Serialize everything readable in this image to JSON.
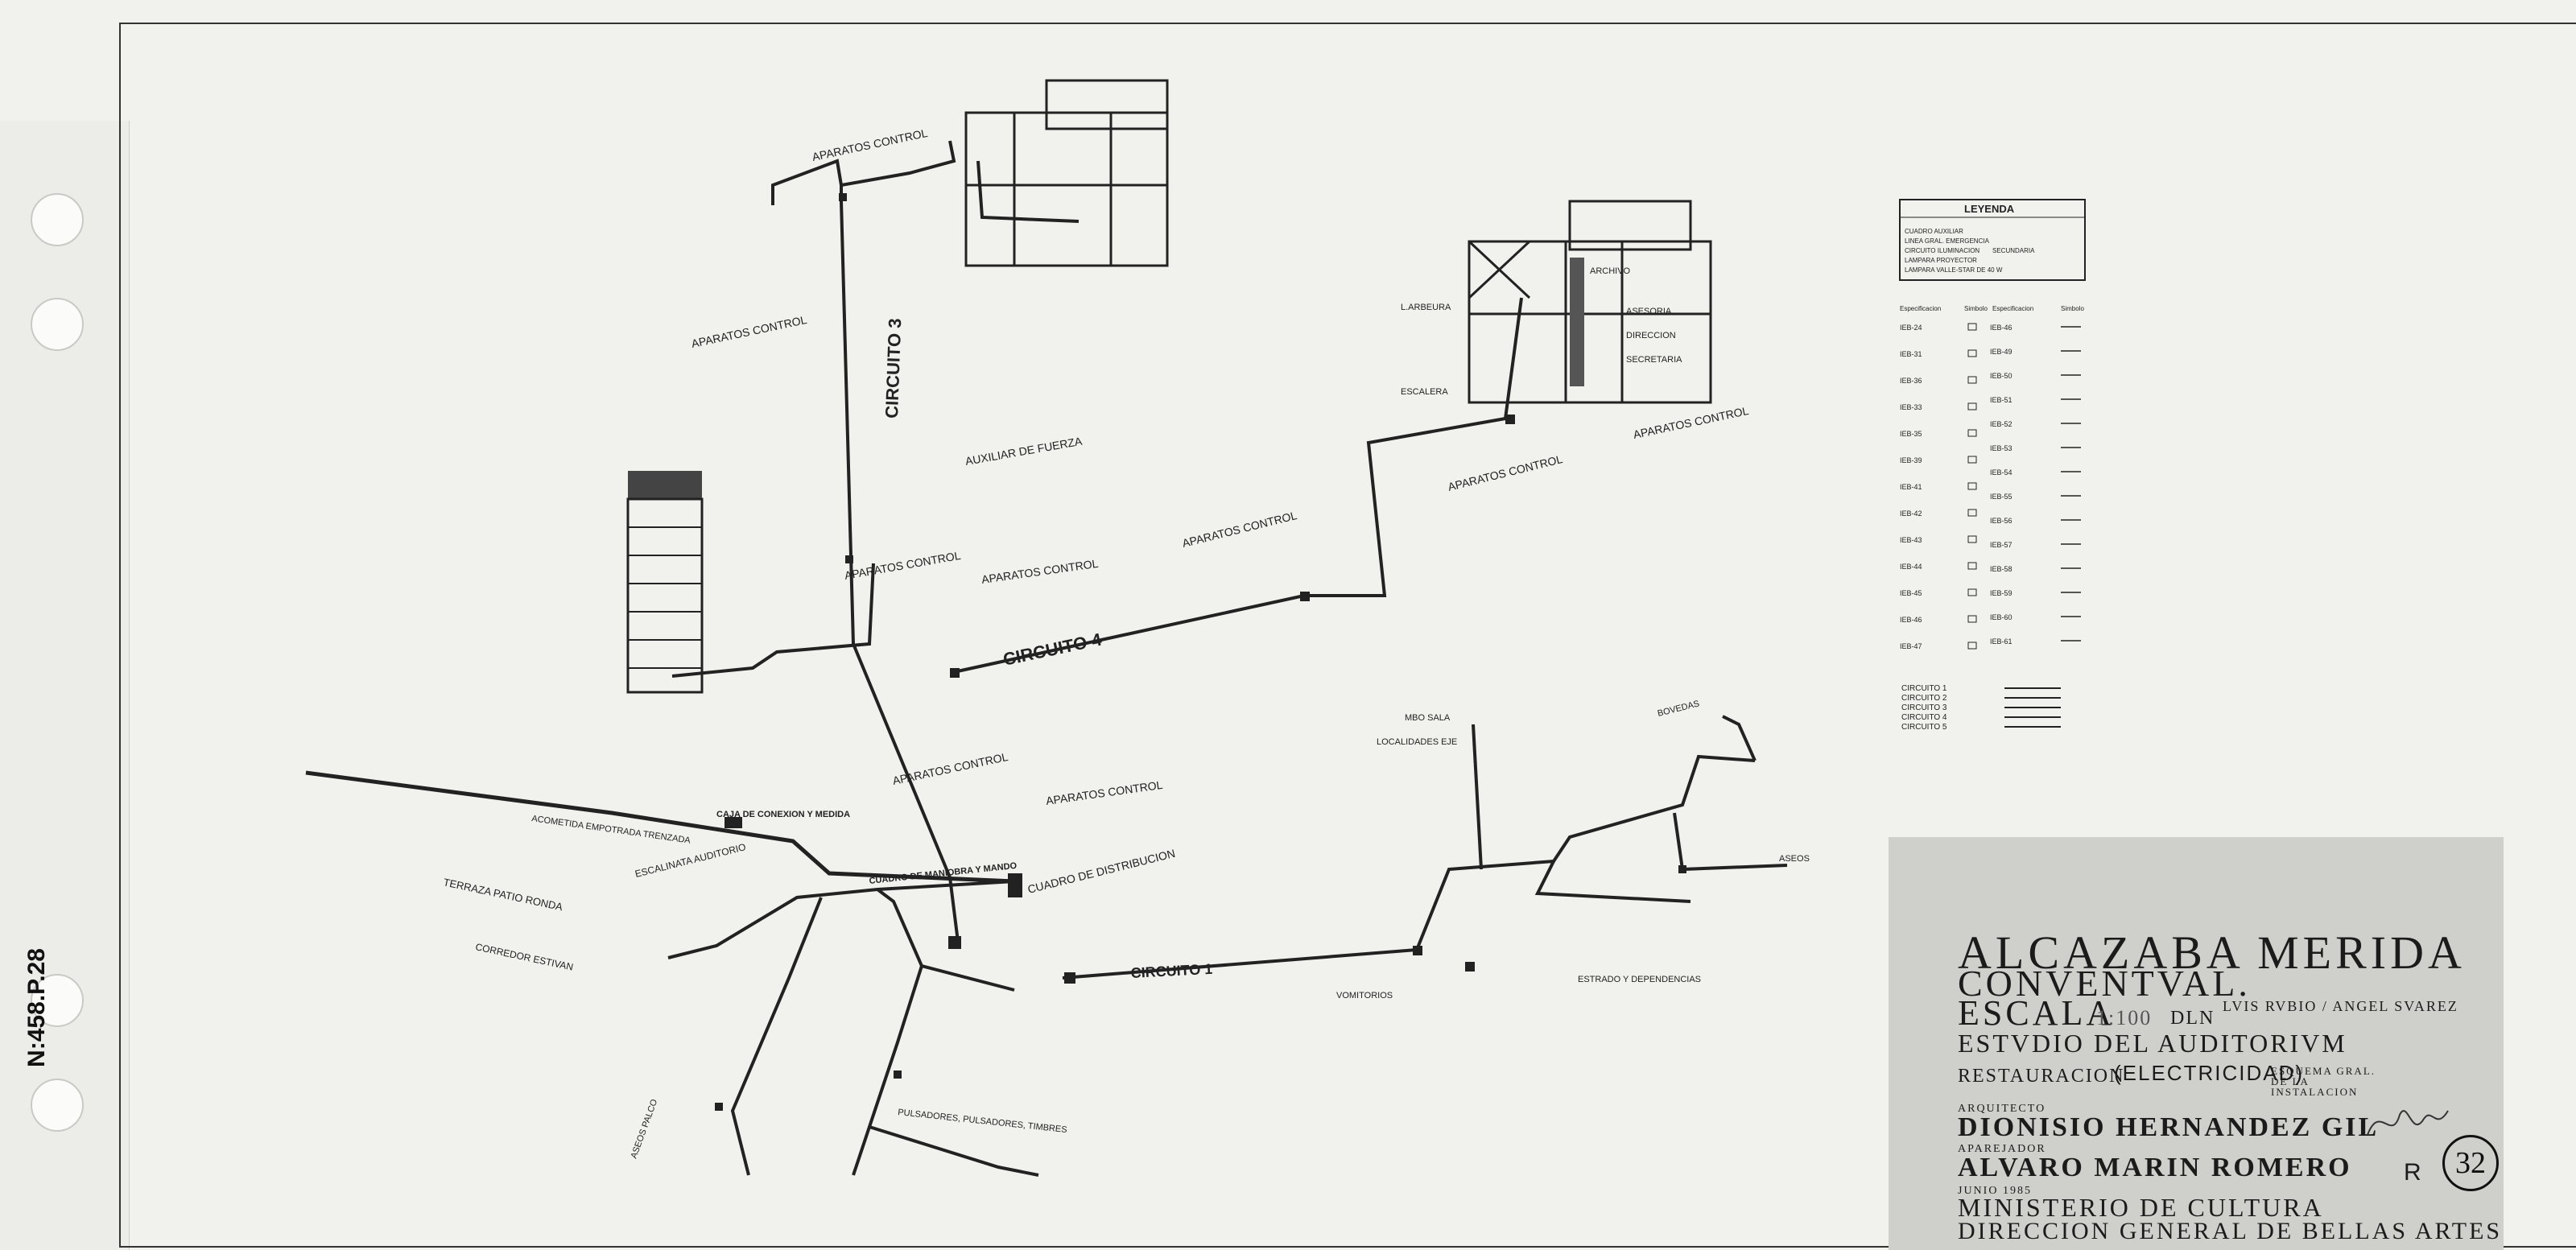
{
  "sheet": {
    "stamp": "N:458.P.28",
    "sheet_number": "32",
    "revision_mark": "R"
  },
  "title_block": {
    "line1": "ALCAZABA MERIDA",
    "line2": "CONVENTVAL.",
    "scale_label": "ESCALA",
    "scale_value": "1:100",
    "drafting_prefix": "DLN",
    "drafters": "LVIS RVBIO / ANGEL SVAREZ",
    "study": "ESTVDIO DEL AUDITORIVM",
    "restoration": "RESTAURACION",
    "electricity": "(ELECTRICIDAD)",
    "scheme": "ESQUEMA GRAL. DE LA INSTALACION",
    "architect_label": "ARQUITECTO",
    "architect": "DIONISIO HERNANDEZ GIL",
    "surveyor_label": "APAREJADOR",
    "surveyor": "ALVARO MARIN ROMERO",
    "date": "JUNIO 1985",
    "ministry": "MINISTERIO DE CULTURA",
    "directorate": "DIRECCION GENERAL DE BELLAS ARTES"
  },
  "legend": {
    "heading": "LEYENDA",
    "top_items": [
      "CUADRO AUXILIAR",
      "LINEA GRAL. EMERGENCIA",
      "CIRCUITO ILUMINACION",
      "SECUNDARIA",
      "LAMPARA PROYECTOR",
      "LAMPARA VALLE-STAR DE 40 W"
    ],
    "columns": [
      "Especificacion",
      "Simbolo",
      "Especificacion",
      "Simbolo"
    ],
    "left_codes": [
      "IEB-24",
      "IEB-31",
      "IEB-36",
      "IEB-33",
      "IEB-35",
      "IEB-39",
      "IEB-41",
      "IEB-42",
      "IEB-43",
      "IEB-44",
      "IEB-45",
      "IEB-46",
      "IEB-47"
    ],
    "right_codes": [
      "IEB-46",
      "IEB-49",
      "IEB-50",
      "IEB-51",
      "IEB-52",
      "IEB-53",
      "IEB-54",
      "IEB-55",
      "IEB-56",
      "IEB-57",
      "IEB-58",
      "IEB-59",
      "IEB-60",
      "IEB-61"
    ],
    "circuits": [
      "CIRCUITO 1",
      "CIRCUITO 2",
      "CIRCUITO 3",
      "CIRCUITO 4",
      "CIRCUITO 5"
    ]
  },
  "diagram": {
    "circuit_1": "CIRCUITO 1",
    "circuit_3": "CIRCUITO 3",
    "circuit_4": "CIRCUITO 4",
    "control_1": "APARATOS CONTROL",
    "fuerza": "AUXILIAR DE FUERZA",
    "junction_box": "CAJA DE CONEXION Y MEDIDA",
    "acometida": "ACOMETIDA EMPOTRADA TRENZADA",
    "maniobra": "CUADRO DE MANIOBRA Y MANDO",
    "distribucion": "CUADRO DE DISTRIBUCION",
    "terraza": "TERRAZA PATIO RONDA",
    "escalinata": "ESCALINATA AUDITORIO",
    "corredor": "CORREDOR ESTIVAN",
    "aseos": "ASEOS PALCO",
    "pulsadores": "PULSADORES, PULSADORES, TIMBRES",
    "mbo_sala": "MBO SALA",
    "localidades": "LOCALIDADES EJE",
    "bovedas": "BOVEDAS",
    "aseos_right": "ASEOS",
    "vomitorios": "VOMITORIOS",
    "estrado": "ESTRADO Y DEPENDENCIAS",
    "arbeura": "L.ARBEURA",
    "escalera": "ESCALERA",
    "archivo": "ARCHIVO",
    "asesoria": "ASESORIA",
    "direccion": "DIRECCION",
    "secretaria": "SECRETARIA"
  }
}
